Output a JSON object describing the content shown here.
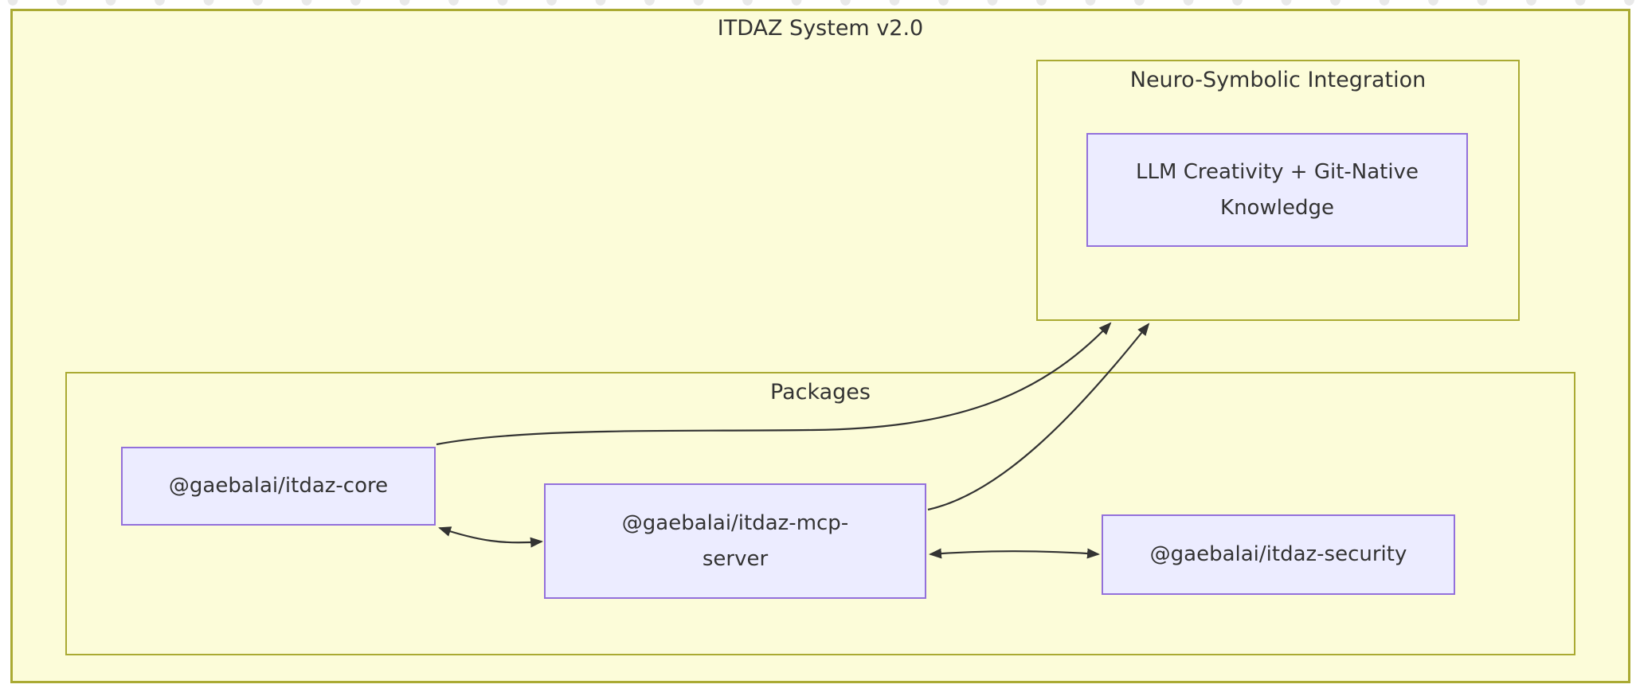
{
  "diagram": {
    "title": "ITDAZ System v2.0",
    "subgraphs": [
      {
        "id": "neuro_symbolic",
        "label": "Neuro-Symbolic Integration"
      },
      {
        "id": "packages",
        "label": "Packages"
      }
    ],
    "nodes": [
      {
        "id": "ns",
        "subgraph": "neuro_symbolic",
        "label": "LLM Creativity + Git-Native Knowledge",
        "lines": [
          "LLM Creativity + Git-Native",
          "Knowledge"
        ]
      },
      {
        "id": "core",
        "subgraph": "packages",
        "label": "@gaebalai/itdaz-core",
        "lines": [
          "@gaebalai/itdaz-core"
        ]
      },
      {
        "id": "mcp",
        "subgraph": "packages",
        "label": "@gaebalai/itdaz-mcp-server",
        "lines": [
          "@gaebalai/itdaz-mcp-",
          "server"
        ]
      },
      {
        "id": "security",
        "subgraph": "packages",
        "label": "@gaebalai/itdaz-security",
        "lines": [
          "@gaebalai/itdaz-security"
        ]
      }
    ],
    "edges": [
      {
        "from": "core",
        "to": "mcp",
        "style": "bidirectional"
      },
      {
        "from": "mcp",
        "to": "security",
        "style": "bidirectional"
      },
      {
        "from": "core",
        "to": "neuro_symbolic",
        "style": "arrow"
      },
      {
        "from": "mcp",
        "to": "neuro_symbolic",
        "style": "arrow"
      }
    ]
  },
  "colors": {
    "canvas_bg": "#ffffff",
    "cluster_fill": "#fcfcd9",
    "cluster_border": "#aaaa33",
    "node_fill": "#ececff",
    "node_border": "#9370db",
    "text_color": "#333333",
    "edge_color": "#333333",
    "dot_color": "#e9e9e9"
  }
}
